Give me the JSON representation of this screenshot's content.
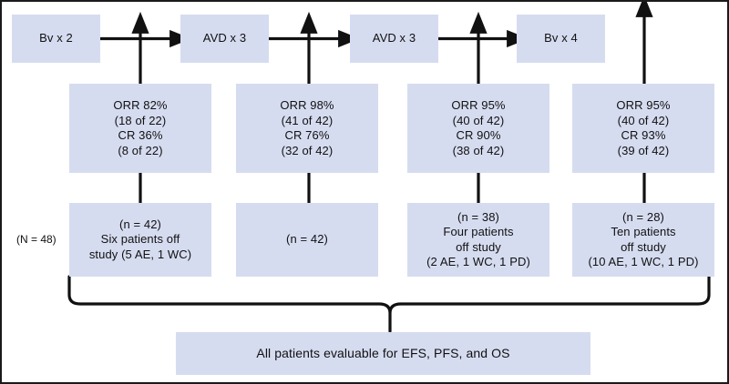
{
  "figure": {
    "type": "clinical-trial-flow-diagram",
    "colors": {
      "box_fill": "#d6dcf0",
      "text": "#111111",
      "arrow": "#111111",
      "frame": "#1a1a1a"
    },
    "cohort_label": "(N = 48)",
    "treatment_row": [
      {
        "label": "Bv x 2"
      },
      {
        "label": "AVD x 3"
      },
      {
        "label": "AVD x 3"
      },
      {
        "label": "Bv x 4"
      }
    ],
    "response_row": [
      {
        "orr": "ORR 82%",
        "orr_count": "(18 of 22)",
        "cr": "CR 36%",
        "cr_count": "(8 of 22)"
      },
      {
        "orr": "ORR 98%",
        "orr_count": "(41 of 42)",
        "cr": "CR 76%",
        "cr_count": "(32 of 42)"
      },
      {
        "orr": "ORR 95%",
        "orr_count": "(40 of 42)",
        "cr": "CR 90%",
        "cr_count": "(38 of 42)"
      },
      {
        "orr": "ORR 95%",
        "orr_count": "(40 of 42)",
        "cr": "CR 93%",
        "cr_count": "(39 of 42)"
      }
    ],
    "disposition_row": [
      {
        "n": "(n = 42)",
        "line2": "Six patients off",
        "line3": "study (5 AE, 1 WC)",
        "line4": ""
      },
      {
        "n": "(n = 42)",
        "line2": "",
        "line3": "",
        "line4": ""
      },
      {
        "n": "(n = 38)",
        "line2": "Four patients",
        "line3": "off study",
        "line4": "(2 AE, 1 WC, 1 PD)"
      },
      {
        "n": "(n = 28)",
        "line2": "Ten patients",
        "line3": "off study",
        "line4": "(10 AE, 1 WC, 1 PD)"
      }
    ],
    "summary": {
      "label": "All patients evaluable for EFS, PFS, and OS"
    }
  }
}
